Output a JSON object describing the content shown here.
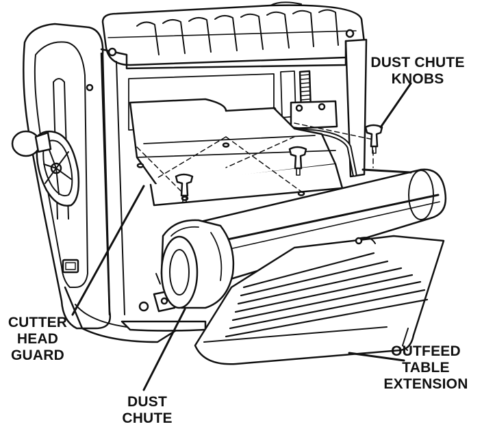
{
  "figure": {
    "line_color": "#111111",
    "fill_color": "#ffffff",
    "labels": {
      "dust_chute_knobs": [
        "DUST CHUTE",
        "KNOBS"
      ],
      "cutter_head_guard": [
        "CUTTER",
        "HEAD",
        "GUARD"
      ],
      "dust_chute": [
        "DUST",
        "CHUTE"
      ],
      "outfeed_table_extension": [
        "OUTFEED",
        "TABLE",
        "EXTENSION"
      ]
    }
  }
}
